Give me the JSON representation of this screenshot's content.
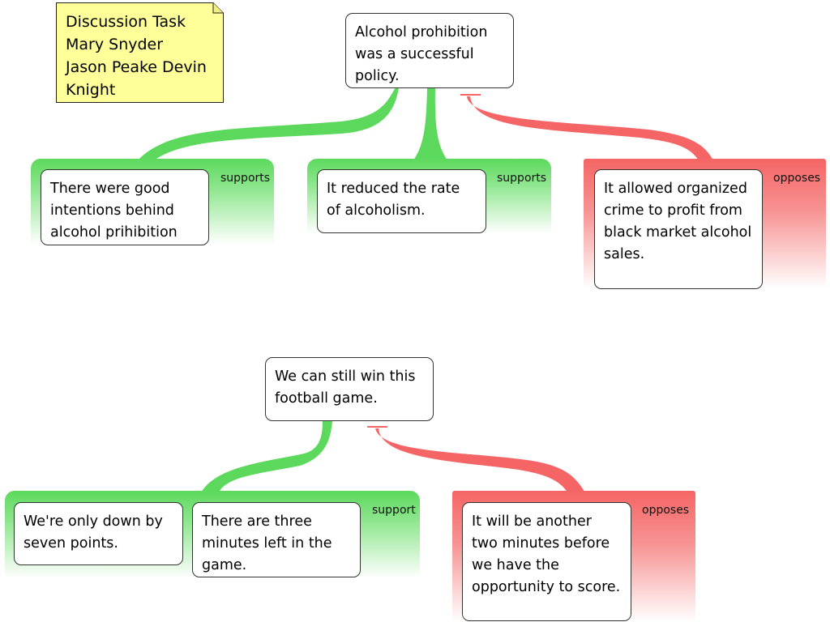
{
  "note": {
    "lines": [
      "Discussion Task",
      "Mary Snyder",
      "Jason Peake  Devin",
      "Knight"
    ]
  },
  "map1": {
    "claim": "Alcohol prohibition was a successful policy.",
    "reasons": [
      {
        "label": "supports",
        "text": "There were good intentions behind alcohol prihibition"
      },
      {
        "label": "supports",
        "text": "It reduced the rate of alcoholism."
      },
      {
        "label": "opposes",
        "text": "It allowed organized crime to profit from black market alcohol sales."
      }
    ]
  },
  "map2": {
    "claim": "We can still win this football game.",
    "support": {
      "label": "support",
      "premises": [
        "We're only down by seven points.",
        "There are three minutes left in the game."
      ]
    },
    "oppose": {
      "label": "opposes",
      "text": "It will be another two minutes before we have the opportunity to score."
    }
  },
  "colors": {
    "support": "#5cd95c",
    "oppose": "#f56565",
    "note_fill": "#ffff99"
  }
}
